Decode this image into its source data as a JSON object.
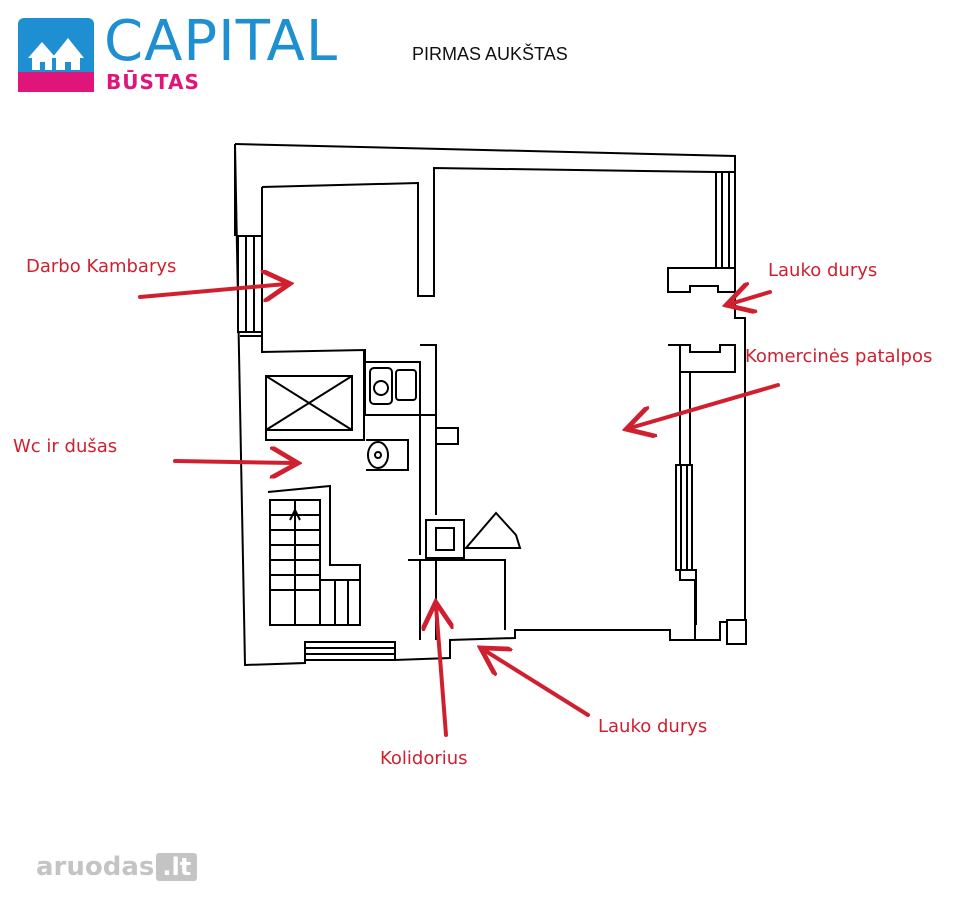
{
  "brand": {
    "name": "CAPITAL",
    "sub": "BŪSTAS",
    "primary_color": "#1e8fd0",
    "accent_color": "#e0157a"
  },
  "floor_title": "PIRMAS AUKŠTAS",
  "labels": {
    "darbo_kambarys": "Darbo Kambarys",
    "lauko_durys_right": "Lauko durys",
    "komercines_patalpos": "Komercinės patalpos",
    "wc_ir_dusas": "Wc ir dušas",
    "kolidorius": "Kolidorius",
    "lauko_durys_bottom": "Lauko durys"
  },
  "label_color": "#d0202f",
  "watermark": {
    "text": "aruodas",
    "tag": ".lt"
  }
}
